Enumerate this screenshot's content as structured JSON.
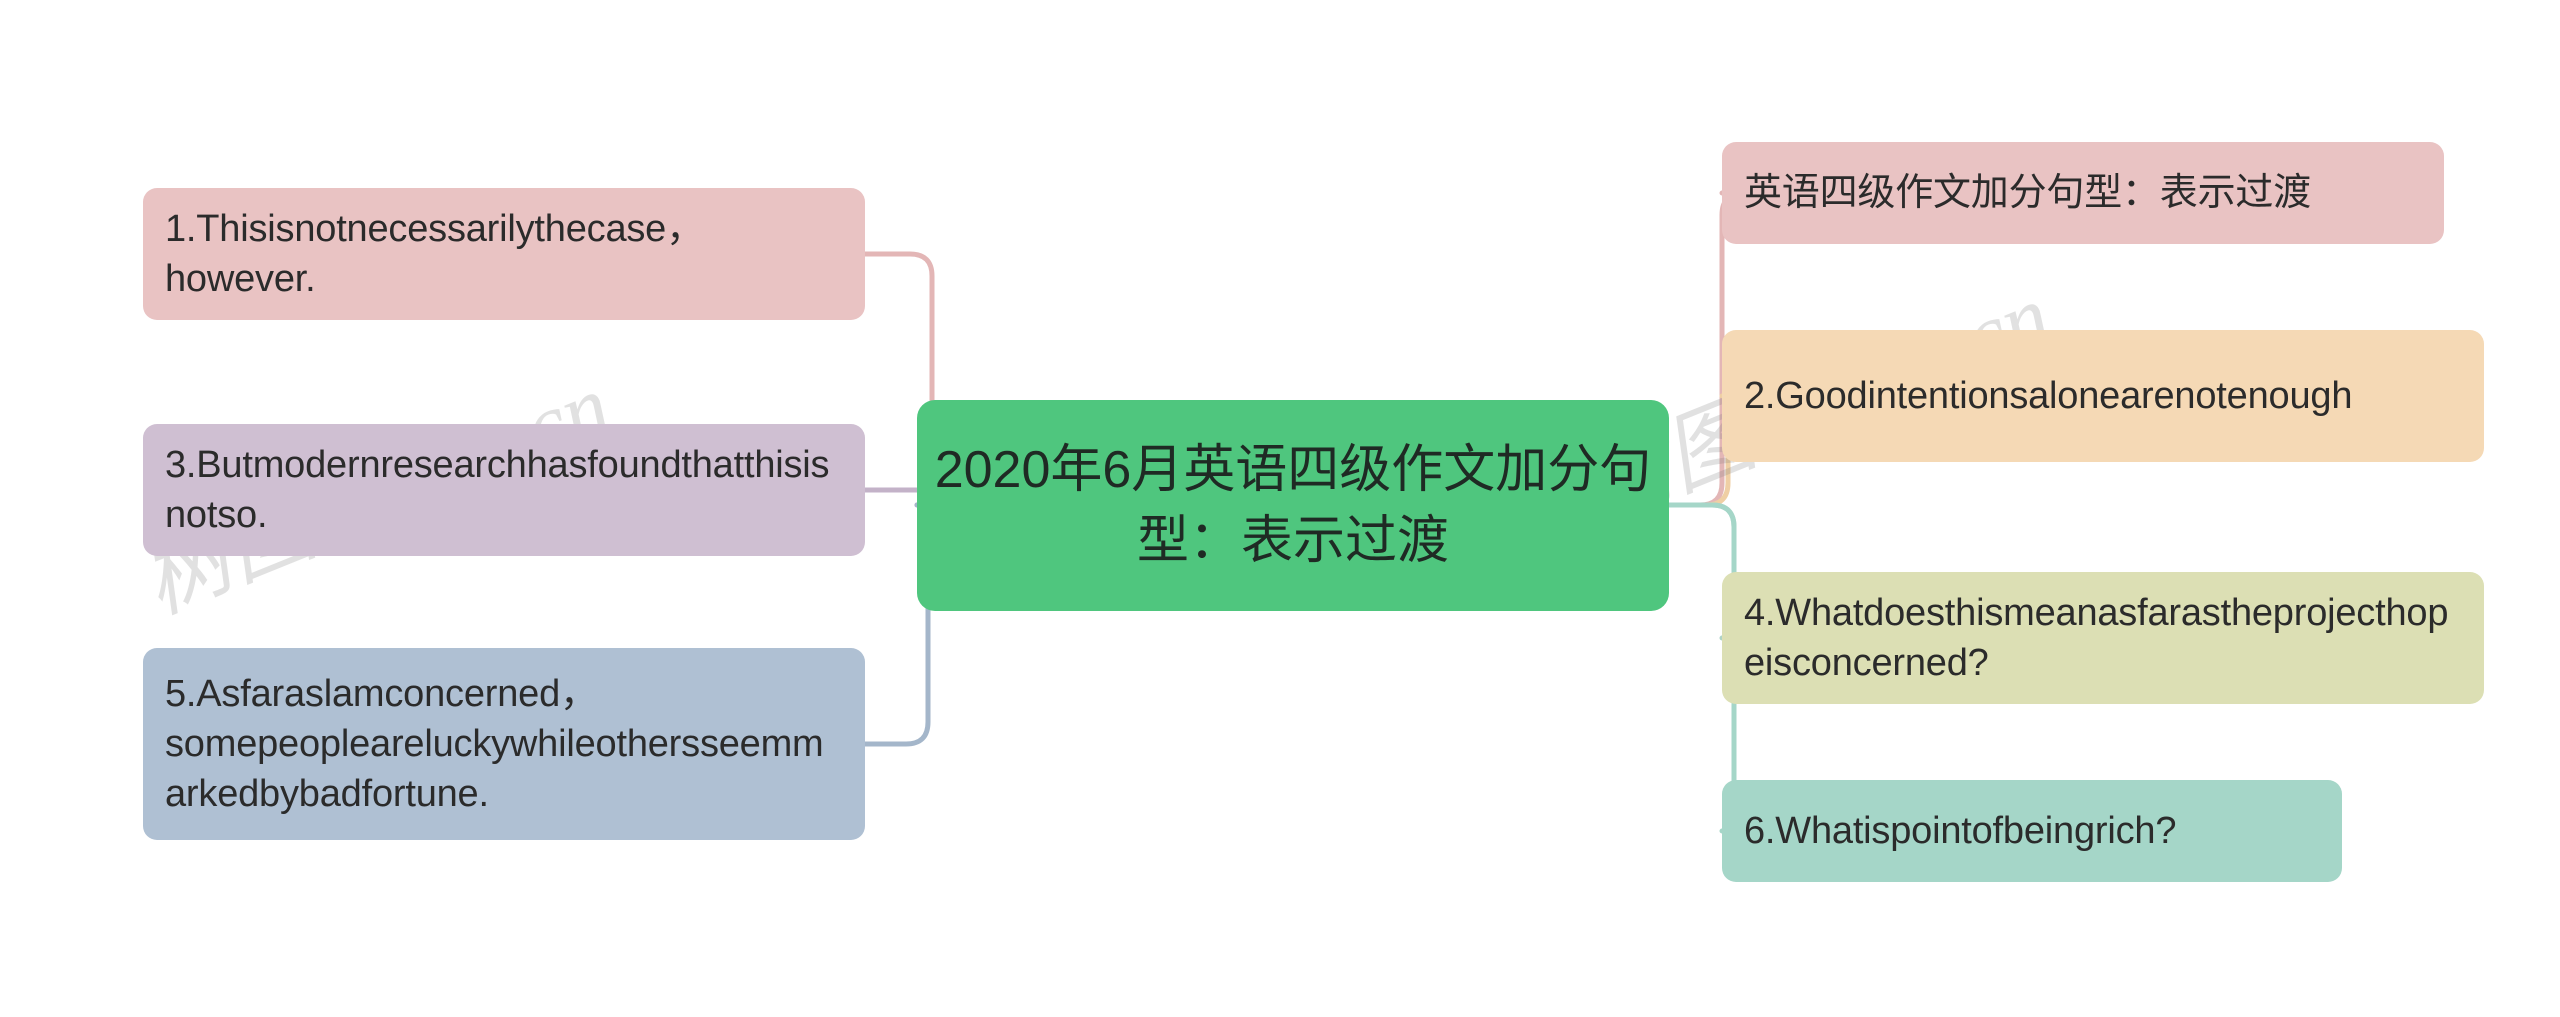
{
  "diagram": {
    "type": "mindmap",
    "title": "2020年6月英语四级作文加分句型：表示过渡",
    "root": {
      "label": "2020年6月英语四级作文加分句型：表示过渡",
      "color": "#4FC67E"
    },
    "left_branches": [
      {
        "id": "l1",
        "label": "1.Thisisnotnecessarilythecase，however.",
        "color": "#E9C3C3",
        "connector_color": "#E3B6B6"
      },
      {
        "id": "l3",
        "label": "3.Butmodernresearchhasfoundthatthisisnotso.",
        "color": "#CFBFD2",
        "connector_color": "#C3B2C8"
      },
      {
        "id": "l5",
        "label": "5.Asfaraslamconcerned，somepeopleareluckywhileothersseemmarkedbybadfortune.",
        "color": "#AFC0D3",
        "connector_color": "#A4B6CA"
      }
    ],
    "right_branches": [
      {
        "id": "r0",
        "label": "英语四级作文加分句型：表示过渡",
        "color": "#E9C3C3",
        "connector_color": "#E3B6B6"
      },
      {
        "id": "r2",
        "label": "2.Goodintentionsalonearenotenough",
        "color": "#F5D9B5",
        "connector_color": "#EFCFA4"
      },
      {
        "id": "r4",
        "label": "4.Whatdoesthismeanasfarastheprojecthopeisconcerned?",
        "color": "#DCDFB4",
        "connector_color": "#AFD3C6"
      },
      {
        "id": "r6",
        "label": "6.Whatispointofbeingrich?",
        "color": "#A5D6C8",
        "connector_color": "#A5D6C8"
      }
    ]
  },
  "watermarks": {
    "left": "树图 shutu.cn",
    "right": "树图 shutu.cn"
  }
}
